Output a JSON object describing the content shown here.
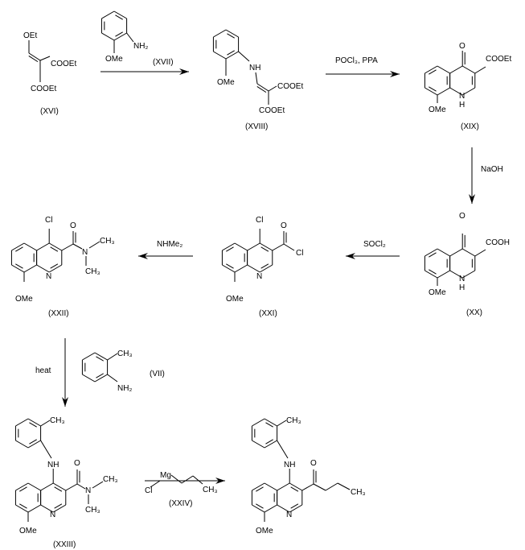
{
  "compounds": {
    "xvi": {
      "label": "(XVI)",
      "oet": "OEt",
      "cooet1": "COOEt",
      "cooet2": "COOEt"
    },
    "xvii": {
      "label": "(XVII)",
      "nh2": "NH₂",
      "ome": "OMe"
    },
    "xviii": {
      "label": "(XVIII)",
      "nh": "NH",
      "ome": "OMe",
      "cooet1": "COOEt",
      "cooet2": "COOEt"
    },
    "xix": {
      "label": "(XIX)",
      "o": "O",
      "cooet": "COOEt",
      "n": "N",
      "h": "H",
      "ome": "OMe"
    },
    "xx": {
      "label": "(XX)",
      "o": "O",
      "cooh": "COOH",
      "n": "N",
      "h": "H",
      "ome": "OMe"
    },
    "xxi": {
      "label": "(XXI)",
      "cl": "Cl",
      "o": "O",
      "cl2": "Cl",
      "n": "N",
      "ome": "OMe"
    },
    "xxii": {
      "label": "(XXII)",
      "cl": "Cl",
      "o": "O",
      "n_amide": "N",
      "ch3a": "CH₃",
      "ch3b": "CH₃",
      "n": "N",
      "ome": "OMe"
    },
    "vii": {
      "label": "(VII)",
      "ch3": "CH₃",
      "nh2": "NH₂"
    },
    "xxiii": {
      "label": "(XXIII)",
      "ch3": "CH₃",
      "nh": "NH",
      "o": "O",
      "n_amide": "N",
      "ch3a": "CH₃",
      "ch3b": "CH₃",
      "n": "N",
      "ome": "OMe"
    },
    "xxiv": {
      "label": "(XXIV)",
      "cl": "Cl",
      "mg": "Mg",
      "ch3": "CH₃"
    },
    "product": {
      "ch3": "CH₃",
      "nh": "NH",
      "o": "O",
      "ch3_chain": "CH₃",
      "n": "N",
      "ome": "OMe"
    }
  },
  "reagents": {
    "step2": "POCl₃, PPA",
    "step3": "NaOH",
    "step4": "SOCl₂",
    "step5": "NHMe₂",
    "step6": "heat"
  }
}
